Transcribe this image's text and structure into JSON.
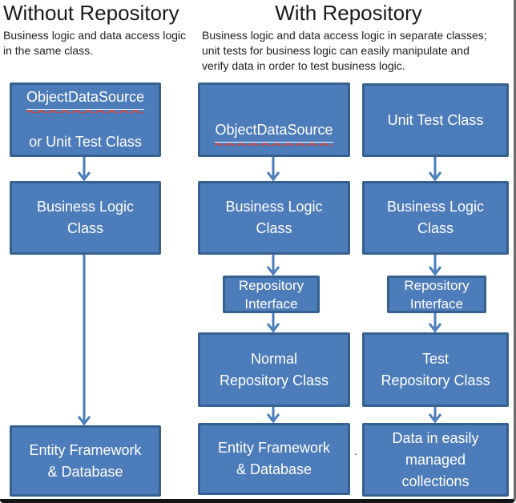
{
  "headers": {
    "without_title": "Without Repository",
    "without_subtitle": "Business logic and data access logic\nin the same class.",
    "with_title": "With Repository",
    "with_subtitle": "Business logic and data access logic in separate classes;\nunit tests for business logic can easily manipulate and\nverify data in order to test business logic."
  },
  "without": {
    "box1_line1": "ObjectDataSource",
    "box1_line2": "or Unit Test Class",
    "box2": "Business Logic\nClass",
    "box3": "Entity Framework\n& Database"
  },
  "with_normal": {
    "box1": "ObjectDataSource",
    "box2": "Business Logic\nClass",
    "box3": "Repository\nInterface",
    "box4": "Normal\nRepository Class",
    "box5": "Entity Framework\n& Database"
  },
  "with_test": {
    "box1": "Unit Test Class",
    "box2": "Business Logic\nClass",
    "box3": "Repository\nInterface",
    "box4": "Test\nRepository Class",
    "box5": "Data in easily\nmanaged\ncollections"
  },
  "stray_mark": ".",
  "colors": {
    "box_fill": "#4d7cba",
    "box_border": "#36618f",
    "box_text": "#ffffff",
    "arrow": "#4a7ebb",
    "spellcheck_squiggle": "#e03b2f",
    "heading_text": "#1a1a1a",
    "frame_right": "#6e6e6e",
    "frame_bottom": "#161616"
  }
}
